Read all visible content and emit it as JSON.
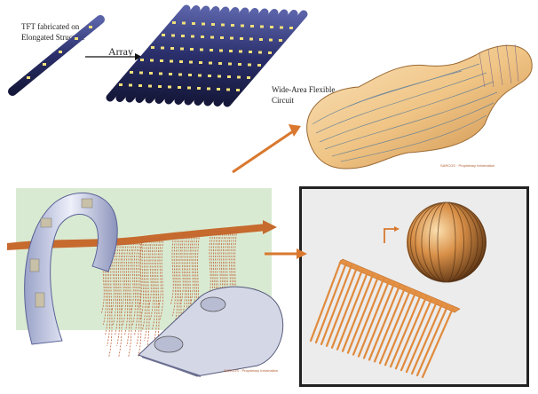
{
  "labels": {
    "tft": "TFT fabricated on Elongated Structure",
    "array": "Array",
    "wide_area": "Wide-Area Flexible Circuit",
    "prop_1": "SARCOS · Proprietary Information",
    "prop_2": "SARCOS · Proprietary Information"
  },
  "colors": {
    "rod": "#2a2f6b",
    "orange": "#d9782e",
    "green_bg": "#d9ead2",
    "box_frame": "#222222"
  }
}
